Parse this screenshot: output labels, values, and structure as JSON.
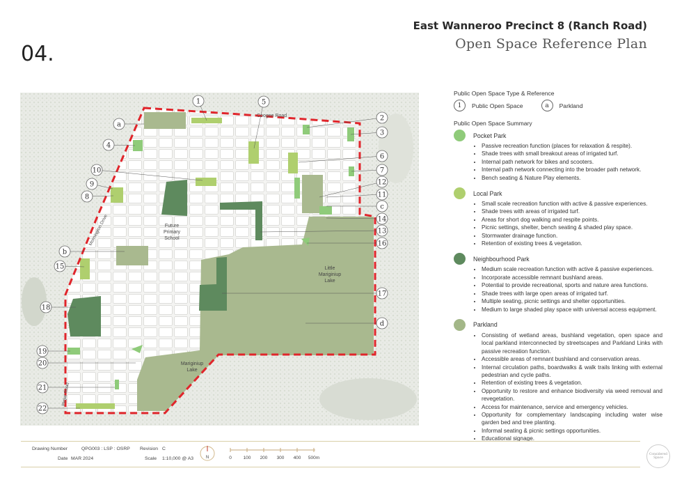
{
  "page": {
    "number": "04."
  },
  "header": {
    "title": "East Wanneroo Precinct 8 (Ranch Road)",
    "subtitle": "Open Space Reference Plan"
  },
  "map": {
    "road_labels": [
      "Coogee Road",
      "Mornington Drive",
      "Pinjar Road"
    ],
    "place_labels": [
      "Future Primary School",
      "Little Mariginiup Lake",
      "Mariginiup Lake"
    ],
    "numbers": [
      "1",
      "2",
      "3",
      "4",
      "5",
      "6",
      "7",
      "8",
      "9",
      "10",
      "11",
      "12",
      "13",
      "14",
      "15",
      "16",
      "17",
      "18",
      "19",
      "20",
      "21",
      "22"
    ],
    "letters": [
      "a",
      "b",
      "c",
      "d"
    ]
  },
  "legend": {
    "ref_heading": "Public Open Space Type & Reference",
    "ref_number": "1",
    "ref_number_label": "Public Open Space",
    "ref_letter": "a",
    "ref_letter_label": "Parkland",
    "summary_heading": "Public Open Space Summary",
    "sections": [
      {
        "title": "Pocket Park",
        "color": "#8fcb7a",
        "items": [
          "Passive recreation function (places for relaxation & respite).",
          "Shade trees with small breakout areas of irrigated turf.",
          "Internal path network for bikes and scooters.",
          "Internal path network connecting into the broader path network.",
          "Bench seating & Nature Play elements."
        ]
      },
      {
        "title": "Local Park",
        "color": "#afcf6e",
        "items": [
          "Small scale recreation function with active & passive experiences.",
          "Shade trees with areas of irrigated turf.",
          "Areas for short dog walking and respite points.",
          "Picnic settings, shelter, bench seating & shaded play space.",
          "Stormwater drainage function.",
          "Retention of existing trees & vegetation."
        ]
      },
      {
        "title": "Neighbourhood Park",
        "color": "#5e8a5e",
        "items": [
          "Medium scale recreation function with active & passive experiences.",
          "Incorporate accessible remnant bushland areas.",
          "Potential to provide recreational, sports and nature area functions.",
          "Shade trees with large open areas of irrigated turf.",
          "Multiple seating, picnic settings and shelter opportunities.",
          "Medium to large shaded play space with universal access equipment."
        ]
      },
      {
        "title": "Parkland",
        "color": "#a3b788",
        "items": [
          "Consisting of wetland areas, bushland vegetation, open space and local parkland interconnected by streetscapes and Parkland Links with passive recreation function.",
          "Accessible areas of remnant bushland and conservation areas.",
          "Internal circulation paths, boardwalks & walk trails linking with external pedestrian and cycle paths.",
          "Retention of existing trees & vegetation.",
          "Opportunity to restore and enhance biodiversity via weed removal and revegetation.",
          "Access for maintenance, service and emergency vehicles.",
          "Opportunity for complementary landscaping including water wise garden bed and tree planting.",
          "Informal seating & picnic settings opportunities.",
          "Educational signage."
        ]
      }
    ]
  },
  "footer": {
    "drawing_number_label": "Drawing Number",
    "drawing_number": "QPG003 : LSP : OSRP",
    "revision_label": "Revision",
    "revision": "C",
    "date_label": "Date",
    "date": "MAR 2024",
    "scale_label": "Scale",
    "scale": "1:10,000 @ A3",
    "north": "N",
    "scale_ticks": [
      "0",
      "100",
      "200",
      "300",
      "400",
      "500m"
    ],
    "logo_text": "Considered Space"
  }
}
